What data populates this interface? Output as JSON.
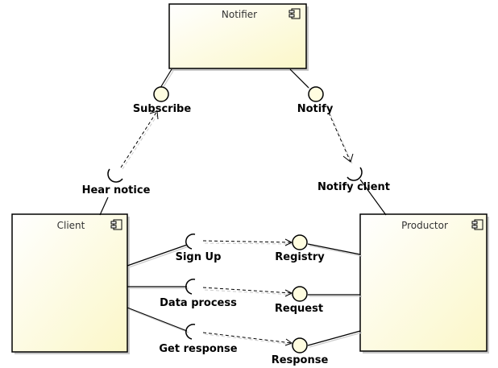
{
  "components": {
    "notifier": "Notifier",
    "client": "Client",
    "productor": "Productor"
  },
  "ports": {
    "subscribe": "Subscribe",
    "notify": "Notify",
    "hear_notice": "Hear notice",
    "notify_client": "Notify client",
    "sign_up": "Sign Up",
    "registry": "Registry",
    "data_process": "Data process",
    "request": "Request",
    "get_response": "Get response",
    "response": "Response"
  }
}
